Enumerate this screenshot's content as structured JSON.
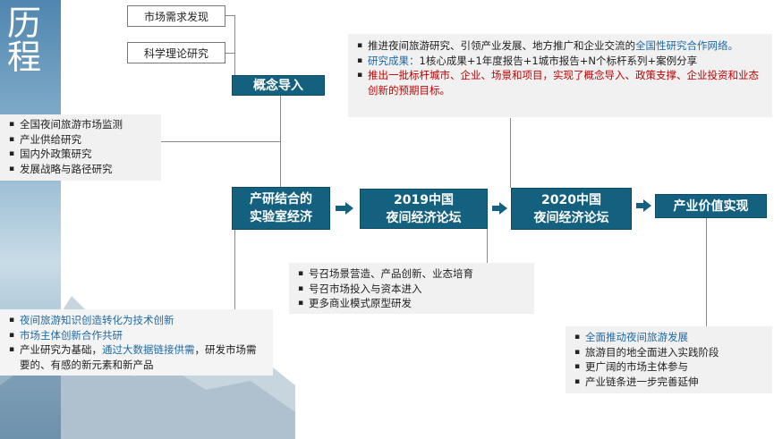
{
  "sidebar": {
    "title_chars": [
      "历",
      "程"
    ]
  },
  "sources": [
    "市场需求发现",
    "科学理论研究"
  ],
  "concept": "概念导入",
  "left_notes": [
    "全国夜间旅游市场监测",
    "产业供给研究",
    "国内外政策研究",
    "发展战略与路径研究"
  ],
  "flow": [
    {
      "line1": "产研结合的",
      "line2": "实验室经济"
    },
    {
      "line1": "2019中国",
      "line2": "夜间经济论坛"
    },
    {
      "line1": "2020中国",
      "line2": "夜间经济论坛"
    },
    {
      "line1": "产业价值实现",
      "line2": ""
    }
  ],
  "top_right_notes": {
    "item1_plain": "推进夜间旅游研究、引领产业发展、地方推广和企业交流的",
    "item1_hl": "全国性研究合作网络。",
    "item2_hl": "研究成果：",
    "item2_plain": "1核心成果+1年度报告+1城市报告+N个标杆系列+案例分享",
    "item3_red": "推出一批标杆城市、企业、场景和项目，实现了概念导入、政策支撑、企业投资和业态创新的预期目标。"
  },
  "middle_notes": [
    "号召场景营造、产品创新、业态培育",
    "号召市场投入与资本进入",
    "更多商业模式原型研发"
  ],
  "bottom_left_notes": {
    "item1": "夜间旅游知识创造转化为技术创新",
    "item2": "市场主体创新合作共研",
    "item3_plain_a": "产业研究为基础，",
    "item3_hl": "通过大数据链接供需",
    "item3_plain_b": "，研发市场需要的、有感的新元素和新产品"
  },
  "bottom_right_notes": {
    "item1": "全面推动夜间旅游发展",
    "item2": "旅游目的地全面进入实践阶段",
    "item3": "更广阔的市场主体参与",
    "item4": "产业链条进一步完善延伸"
  },
  "colors": {
    "box_blue": "#14607f",
    "highlight": "#1d6aa6",
    "emphasis": "#c00000"
  }
}
